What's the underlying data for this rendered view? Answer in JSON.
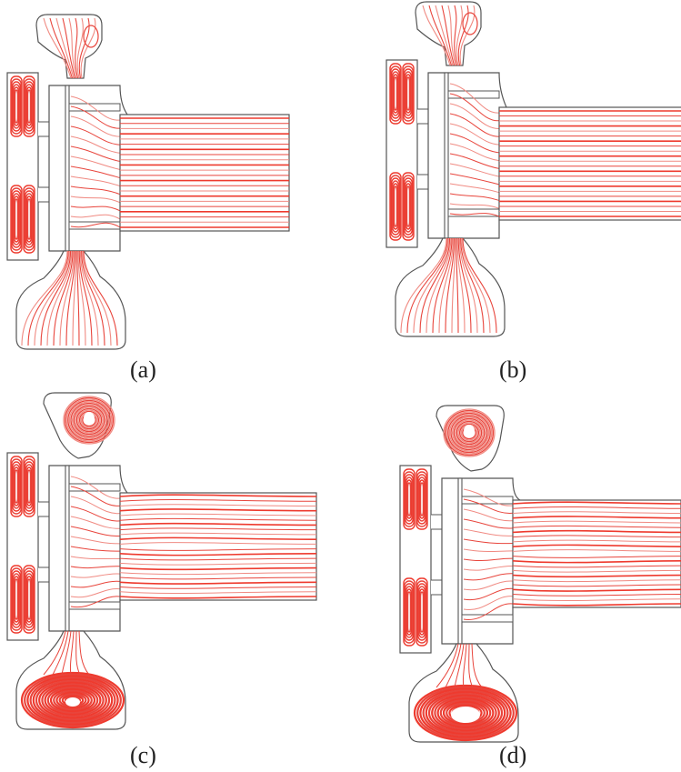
{
  "panels": [
    {
      "id": "a",
      "label": "(a)"
    },
    {
      "id": "b",
      "label": "(b)"
    },
    {
      "id": "c",
      "label": "(c)"
    },
    {
      "id": "d",
      "label": "(d)"
    }
  ],
  "colors": {
    "streamline": "#e8453c",
    "streamline_light": "#f08a82",
    "vortex_fill": "#ee3a2e",
    "outline": "#555555",
    "background": "#ffffff"
  }
}
